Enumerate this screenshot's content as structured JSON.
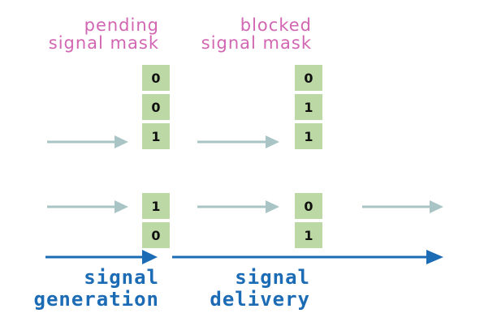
{
  "colors": {
    "heading": "#d266b2",
    "bit_cell": "#bcd9a5",
    "gray_arrow": "#a9c4c4",
    "blue_arrow": "#1c6bb5",
    "caption": "#1c6bb5"
  },
  "pending": {
    "title_line1": "pending",
    "title_line2": "signal mask",
    "group1": [
      "0",
      "0",
      "1"
    ],
    "group2": [
      "1",
      "0"
    ]
  },
  "blocked": {
    "title_line1": "blocked",
    "title_line2": "signal mask",
    "group1": [
      "0",
      "1",
      "1"
    ],
    "group2": [
      "0",
      "1"
    ]
  },
  "captions": {
    "generation_line1": "signal",
    "generation_line2": "generation",
    "delivery_line1": "signal",
    "delivery_line2": "delivery"
  }
}
